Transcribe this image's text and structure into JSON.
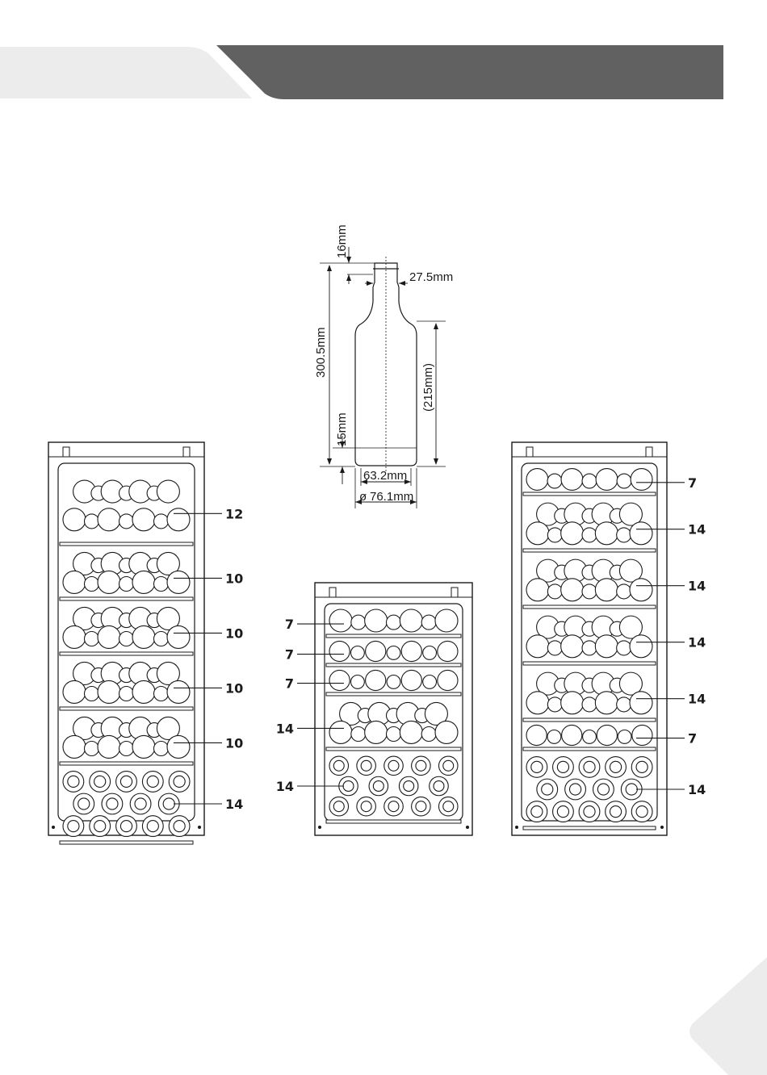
{
  "colors": {
    "ink": "#1a1a1a",
    "header_light": "#ececec",
    "header_dark": "#616161",
    "corner": "#ececec"
  },
  "bottle": {
    "neck_top": "16mm",
    "neck_width": "27.5mm",
    "total_height": "300.5mm",
    "body_height": "(215mm)",
    "base_height": "15mm",
    "base_diameter": "63.2mm",
    "body_diameter": "76.1mm",
    "diameter_symbol": "ø"
  },
  "cabinets": [
    {
      "name": "left-cabinet",
      "shelves": [
        {
          "type": "mixed",
          "label": "12"
        },
        {
          "type": "mixed",
          "label": "10"
        },
        {
          "type": "mixed",
          "label": "10"
        },
        {
          "type": "mixed",
          "label": "10"
        },
        {
          "type": "mixed",
          "label": "10"
        },
        {
          "type": "stack",
          "label": "14"
        }
      ]
    },
    {
      "name": "middle-cabinet",
      "shelves": [
        {
          "type": "row",
          "label": "7"
        },
        {
          "type": "row",
          "label": "7"
        },
        {
          "type": "row",
          "label": "7"
        },
        {
          "type": "mixed",
          "label": "14"
        },
        {
          "type": "stack",
          "label": "14"
        }
      ]
    },
    {
      "name": "right-cabinet",
      "shelves": [
        {
          "type": "row",
          "label": "7"
        },
        {
          "type": "mixed",
          "label": "14"
        },
        {
          "type": "mixed",
          "label": "14"
        },
        {
          "type": "mixed",
          "label": "14"
        },
        {
          "type": "mixed",
          "label": "14"
        },
        {
          "type": "row",
          "label": "7"
        },
        {
          "type": "stack",
          "label": "14"
        }
      ]
    }
  ]
}
